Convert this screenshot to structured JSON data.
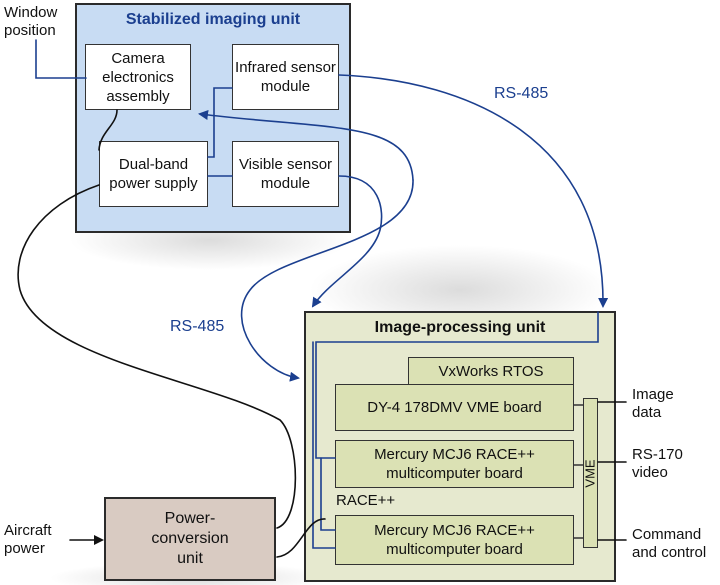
{
  "stabilized_unit": {
    "title": "Stabilized imaging unit",
    "camera_electronics": "Camera electronics assembly",
    "infrared_sensor": "Infrared sensor module",
    "dual_band_supply": "Dual-band power supply",
    "visible_sensor": "Visible sensor module"
  },
  "image_processing_unit": {
    "title": "Image-processing unit",
    "vxworks": "VxWorks RTOS",
    "dy4_board": "DY-4 178DMV VME board",
    "mercury_board_1": "Mercury MCJ6 RACE++ multicomputer board",
    "race_bus": "RACE++",
    "mercury_board_2": "Mercury MCJ6 RACE++ multicomputer board",
    "vme_bus": "VME"
  },
  "power_unit": {
    "label": "Power-conversion unit"
  },
  "labels": {
    "window_position": "Window position",
    "aircraft_power": "Aircraft power",
    "rs485_top": "RS-485",
    "rs485_left": "RS-485",
    "image_data": "Image data",
    "rs170_video": "RS-170 video",
    "command_control": "Command and control"
  },
  "colors": {
    "stabilized_fill": "#c8dcf3",
    "processing_fill": "#e6e9cf",
    "power_fill": "#d9cbc2",
    "module_fill": "#ffffff",
    "board_fill": "#dbe1b4",
    "bus_line": "#1b3f8f",
    "cable": "#111111"
  }
}
